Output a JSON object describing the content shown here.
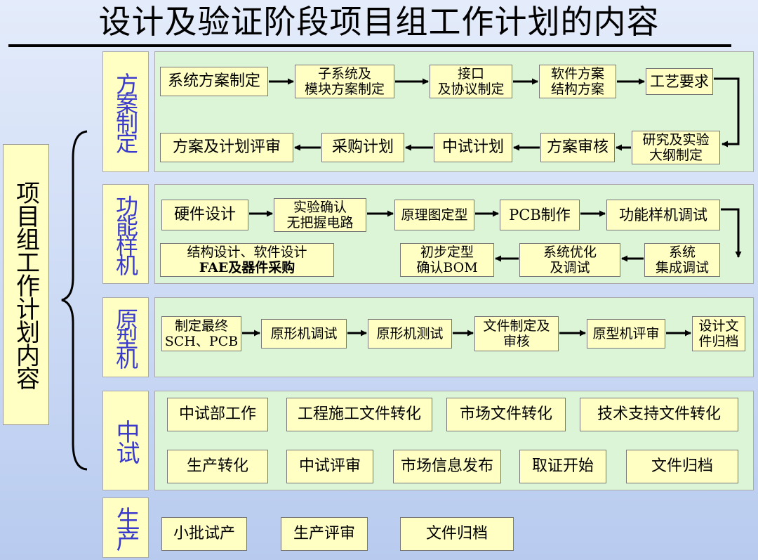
{
  "title": "设计及验证阶段项目组工作计划的内容",
  "side_label": "项目组工作计划内容",
  "phases": {
    "p1": "方案制定",
    "p2": "功能样机",
    "p3": "原型机",
    "p4": "中试",
    "p5": "生产"
  },
  "boxes": {
    "b1": "系统方案制定",
    "b2": "子系统及\n模块方案制定",
    "b3": "接口\n及协议制定",
    "b4": "软件方案\n结构方案",
    "b5": "工艺要求",
    "b6": "研究及实验\n大纲制定",
    "b7": "方案审核",
    "b8": "中试计划",
    "b9": "采购计划",
    "b10": "方案及计划评审",
    "c1": "硬件设计",
    "c2": "实验确认\n无把握电路",
    "c3": "原理图定型",
    "c4": "PCB制作",
    "c5": "功能样机调试",
    "c6": "系统\n集成调试",
    "c7": "系统优化\n及调试",
    "c8": "初步定型\n确认BOM",
    "c9a": "结构设计、软件设计",
    "c9b": "FAE及器件采购",
    "d1": "制定最终\nSCH、PCB",
    "d2": "原形机调试",
    "d3": "原形机测试",
    "d4": "文件制定及\n审核",
    "d5": "原型机评审",
    "d6": "设计文\n件归档",
    "e1": "中试部工作",
    "e2": "工程施工文件转化",
    "e3": "市场文件转化",
    "e4": "技术支持文件转化",
    "e5": "生产转化",
    "e6": "中试评审",
    "e7": "市场信息发布",
    "e8": "取证开始",
    "e9": "文件归档",
    "f1": "小批试产",
    "f2": "生产评审",
    "f3": "文件归档"
  }
}
